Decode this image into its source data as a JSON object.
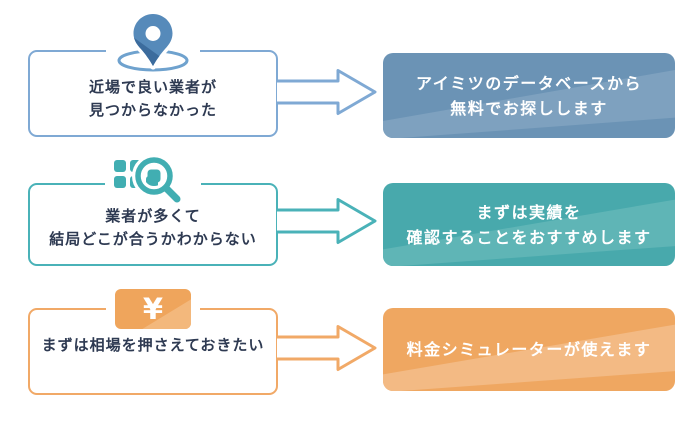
{
  "figure": {
    "description": "problem to solution flow infographic",
    "text_color": "#2E3A52",
    "rows": [
      {
        "theme": "blue",
        "icon": "map-pin-icon",
        "problem_lines": [
          "近場で良い業者が",
          "見つからなかった"
        ],
        "solution_lines": [
          "アイミツのデータベースから",
          "無料でお探しします"
        ],
        "colors": {
          "border": "#7FA9D4",
          "solution_bg": "#6B93B5",
          "solution_shine": "#7EA1BF",
          "icon_main": "#568ABA",
          "icon_dark": "#3C6C9D",
          "icon_ring": "#6FA2CE"
        }
      },
      {
        "theme": "teal",
        "icon": "search-grid-icon",
        "problem_lines": [
          "業者が多くて",
          "結局どこが合うかわからない"
        ],
        "solution_lines": [
          "まずは実績を",
          "確認することをおすすめします"
        ],
        "colors": {
          "border": "#4AB2B8",
          "solution_bg": "#48A9AC",
          "solution_shine": "#5FB5B6",
          "icon_main": "#41AEB2"
        }
      },
      {
        "theme": "orange",
        "icon": "yen-icon",
        "icon_symbol": "¥",
        "problem_lines": [
          "まずは相場を押さえておきたい"
        ],
        "solution_lines": [
          "料金シミュレーターが使えます"
        ],
        "colors": {
          "border": "#F1A967",
          "solution_bg": "#EFA761",
          "solution_shine": "#F3BA84",
          "icon_main": "#EFA55C",
          "icon_shine": "#F3B87C"
        }
      }
    ]
  }
}
